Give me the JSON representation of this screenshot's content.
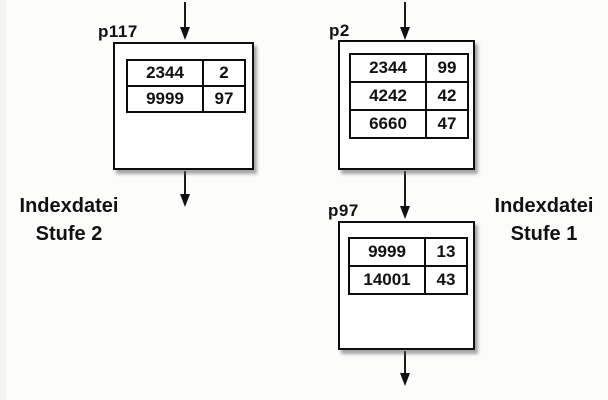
{
  "diagram_type": "two-level-index-structure",
  "canvas": {
    "background": "#fcfcfb"
  },
  "colors": {
    "line": "#111111",
    "box_fill": "#ffffff",
    "shadow": "#5f5f5f"
  },
  "captions": {
    "left": {
      "line1": "Indexdatei",
      "line2": "Stufe 2"
    },
    "right": {
      "line1": "Indexdatei",
      "line2": "Stufe 1"
    }
  },
  "nodes": [
    {
      "label": "p117",
      "rows": [
        [
          "2344",
          "2"
        ],
        [
          "9999",
          "97"
        ]
      ]
    },
    {
      "label": "p2",
      "rows": [
        [
          "2344",
          "99"
        ],
        [
          "4242",
          "42"
        ],
        [
          "6660",
          "47"
        ]
      ]
    },
    {
      "label": "p97",
      "rows": [
        [
          "9999",
          "13"
        ],
        [
          "14001",
          "43"
        ]
      ]
    }
  ],
  "arrows": [
    "arrow-into-p117",
    "arrow-out-of-p117",
    "arrow-into-p2",
    "arrow-p2-to-p97",
    "arrow-out-of-p97"
  ]
}
